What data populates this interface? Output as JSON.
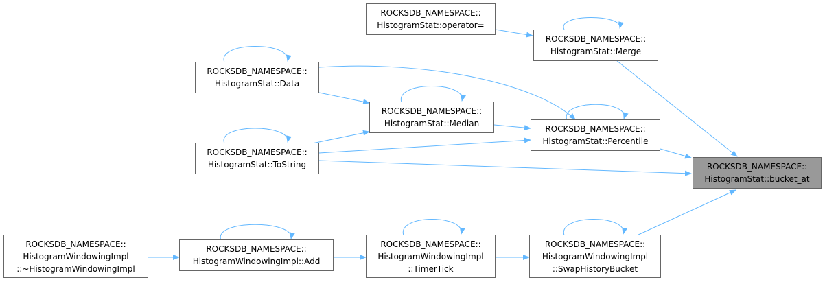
{
  "diagram": {
    "colors": {
      "edge": "#63b8ff",
      "node_border": "#666666",
      "focus_fill": "#999999",
      "node_fill": "#ffffff"
    },
    "nodes": {
      "bucket_at": {
        "line1": "ROCKSDB_NAMESPACE::",
        "line2": "HistogramStat::bucket_at",
        "focus": true
      },
      "merge": {
        "line1": "ROCKSDB_NAMESPACE::",
        "line2": "HistogramStat::Merge"
      },
      "operator_eq": {
        "line1": "ROCKSDB_NAMESPACE::",
        "line2": "HistogramStat::operator="
      },
      "percentile": {
        "line1": "ROCKSDB_NAMESPACE::",
        "line2": "HistogramStat::Percentile"
      },
      "data": {
        "line1": "ROCKSDB_NAMESPACE::",
        "line2": "HistogramStat::Data"
      },
      "median": {
        "line1": "ROCKSDB_NAMESPACE::",
        "line2": "HistogramStat::Median"
      },
      "tostring": {
        "line1": "ROCKSDB_NAMESPACE::",
        "line2": "HistogramStat::ToString"
      },
      "swap": {
        "line1": "ROCKSDB_NAMESPACE::",
        "line2": "HistogramWindowingImpl",
        "line3": "::SwapHistoryBucket"
      },
      "timertick": {
        "line1": "ROCKSDB_NAMESPACE::",
        "line2": "HistogramWindowingImpl",
        "line3": "::TimerTick"
      },
      "add": {
        "line1": "ROCKSDB_NAMESPACE::",
        "line2": "HistogramWindowingImpl::Add"
      },
      "dtor": {
        "line1": "ROCKSDB_NAMESPACE::",
        "line2": "HistogramWindowingImpl",
        "line3": "::~HistogramWindowingImpl"
      }
    }
  }
}
